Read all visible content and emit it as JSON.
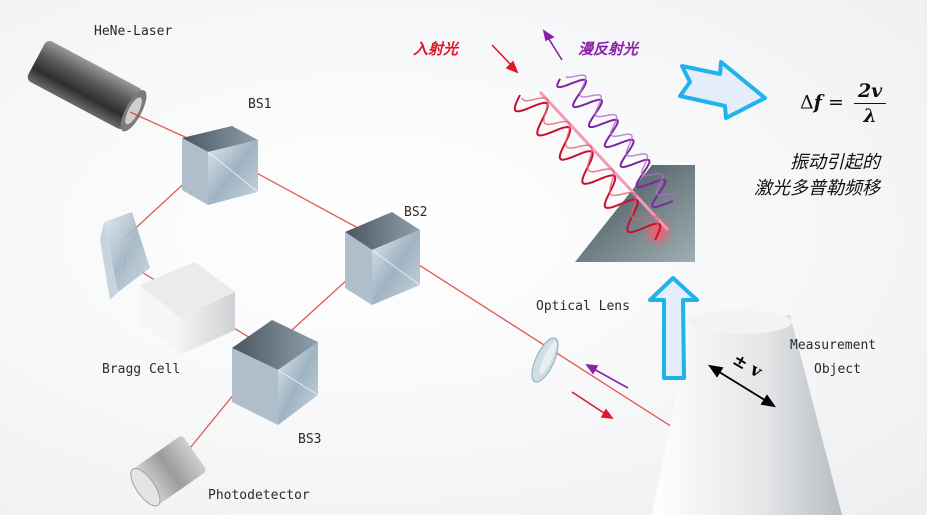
{
  "labels": {
    "laser": "HeNe-Laser",
    "bs1": "BS1",
    "bs2": "BS2",
    "bs3": "BS3",
    "bragg": "Bragg Cell",
    "lens": "Optical Lens",
    "measurement_line1": "Measurement",
    "measurement_line2": "Object",
    "photodetector": "Photodetector",
    "velocity": "± v"
  },
  "annotations": {
    "incident": "入射光",
    "scattered": "漫反射光",
    "desc_line1": "振动引起的",
    "desc_line2": "激光多普勒频移"
  },
  "formula": {
    "lhs_delta": "Δ",
    "lhs_f": "f",
    "equals": "=",
    "numerator": "2v",
    "denominator": "λ"
  },
  "colors": {
    "beam": "#e23a3a",
    "incident_wave": "#c8102e",
    "scattered_wave": "#7b2a9e",
    "arrow_outline": "#1fb3ea",
    "arrow_fill": "#e4eefb",
    "annotation_red": "#e0162b",
    "annotation_purple": "#8a1fa8"
  }
}
